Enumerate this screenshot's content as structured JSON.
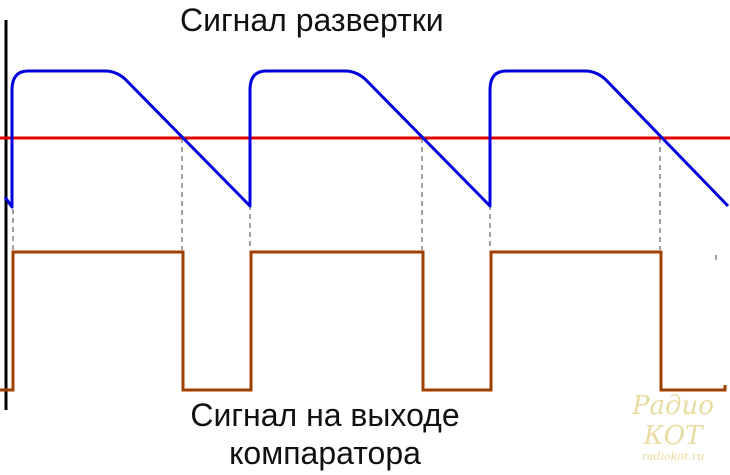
{
  "titles": {
    "sweep_signal": "Сигнал развертки",
    "comparator_output_line1": "Сигнал на выходе",
    "comparator_output_line2": "компаратора"
  },
  "watermark": {
    "main": "Радио КОТ",
    "sub": "radiokot.ru"
  },
  "colors": {
    "sweep": "#0000dd",
    "threshold": "#dd0000",
    "comparator": "#a04000",
    "axis": "#000000",
    "guide": "#444444"
  }
}
